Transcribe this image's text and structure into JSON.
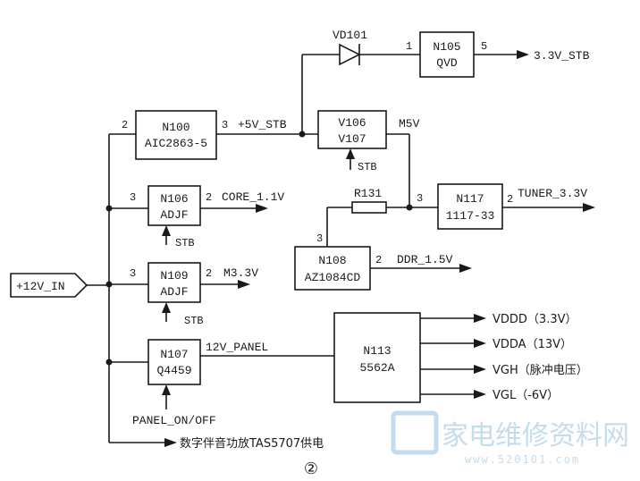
{
  "blocks": {
    "n100": {
      "name": "N100",
      "part": "AIC2863-5",
      "pin_in": "2",
      "pin_out": "3"
    },
    "n106": {
      "name": "N106",
      "part": "ADJF",
      "pin_in": "3",
      "pin_out": "2"
    },
    "n109": {
      "name": "N109",
      "part": "ADJF",
      "pin_in": "3",
      "pin_out": "2"
    },
    "n107": {
      "name": "N107",
      "part": "Q4459"
    },
    "n105": {
      "name": "N105",
      "part": "QVD",
      "pin_in": "1",
      "pin_out": "5"
    },
    "v106": {
      "name": "V106",
      "part": "V107"
    },
    "n117": {
      "name": "N117",
      "part": "1117-33",
      "pin_in": "3",
      "pin_out": "2"
    },
    "n108": {
      "name": "N108",
      "part": "AZ1084CD",
      "pin_in": "3",
      "pin_out": "2"
    },
    "n113": {
      "name": "N113",
      "part": "5562A"
    }
  },
  "components": {
    "diode": "VD101",
    "resistor": "R131"
  },
  "nets": {
    "input": "+12V_IN",
    "stb_5v": "+5V_STB",
    "stb_33v": "3.3V_STB",
    "m5v": "M5V",
    "core": "CORE_1.1V",
    "m33v": "M3.3V",
    "tuner": "TUNER_3.3V",
    "ddr": "DDR_1.5V",
    "panel": "12V_PANEL",
    "panel_ctrl": "PANEL_ON/OFF",
    "amp": "数字伴音功放TAS5707供电",
    "stb_ctrl_1": "STB",
    "stb_ctrl_2": "STB",
    "stb_ctrl_3": "STB",
    "vddd": "VDDD（3.3V）",
    "vdda": "VDDA（13V）",
    "vgh": "VGH（脉冲电压）",
    "vgl": "VGL（-6V）"
  },
  "page_marker": "②",
  "watermark": {
    "text": "家电维修资料网",
    "url": "www.520101.com"
  }
}
